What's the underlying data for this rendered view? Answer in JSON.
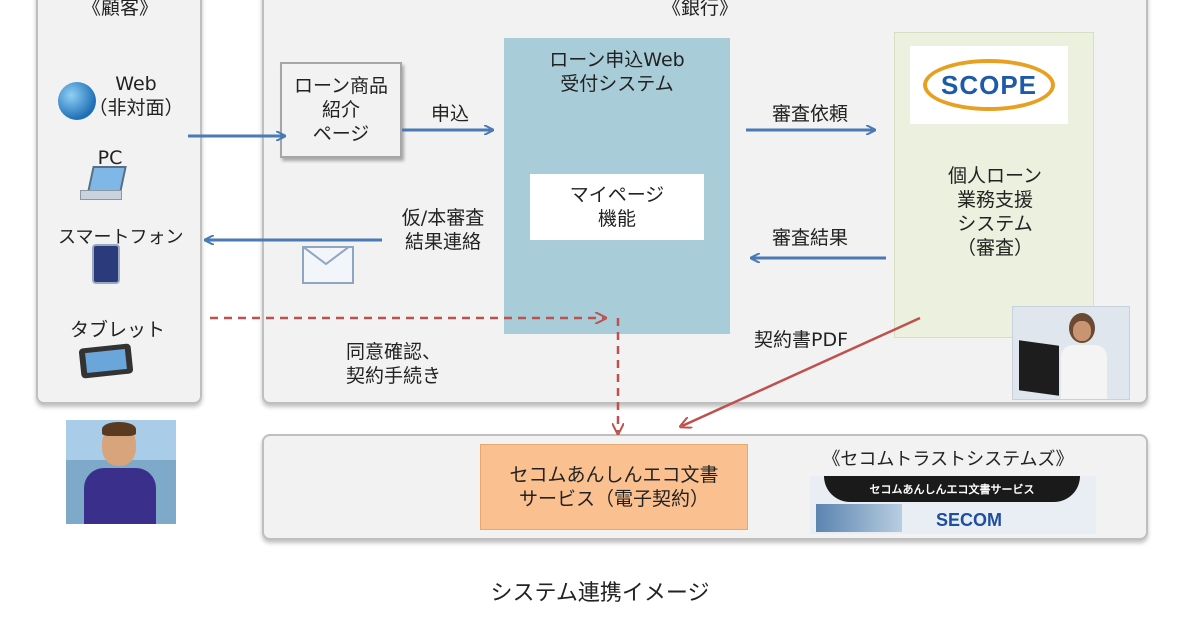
{
  "customer_panel": {
    "title": "《顧客》"
  },
  "bank_panel": {
    "title": "《銀行》"
  },
  "devices": {
    "web": "Web\n（非対面）",
    "pc": "PC",
    "smartphone": "スマートフォン",
    "tablet": "タブレット"
  },
  "loan_product_box": {
    "text": "ローン商品\n紹介\nページ"
  },
  "web_reception": {
    "title": "ローン申込Web\n受付システム",
    "mypage": "マイページ\n機能"
  },
  "scope": {
    "logo": "SCOPE",
    "system": "個人ローン\n業務支援\nシステム\n（審査）"
  },
  "arrows": {
    "apply": "申込",
    "review_request": "審査依頼",
    "review_result": "審査結果",
    "result_notice": "仮/本審査\n結果連絡",
    "consent": "同意確認、\n契約手続き",
    "contract_pdf": "契約書PDF"
  },
  "secom_panel": {
    "service": "セコムあんしんエコ文書\nサービス（電子契約）",
    "trust_title": "《セコムトラストシステムズ》",
    "banner_text": "セコムあんしんエコ文書サービス",
    "banner_logo": "SECOM"
  },
  "caption": "システム連携イメージ",
  "colors": {
    "blue_arrow": "#4a7ab5",
    "red_arrow": "#c0504d",
    "system_box": "#a9ccd9",
    "scope_bg": "#ebf1de",
    "secom_box": "#fac090"
  }
}
